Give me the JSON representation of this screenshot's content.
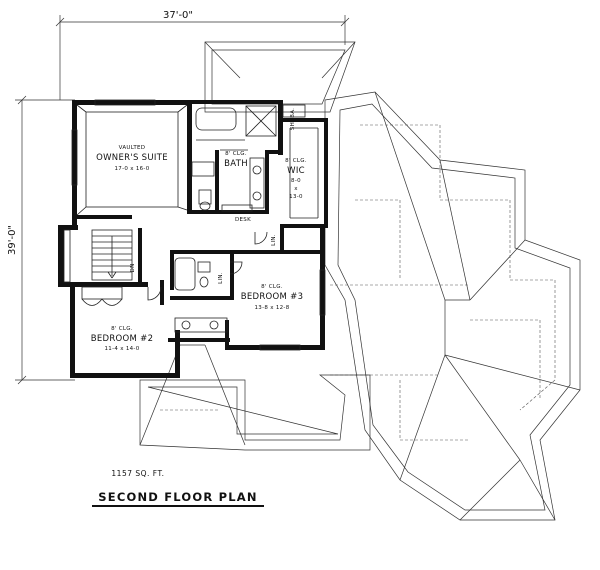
{
  "dimensions": {
    "width_label": "37'-0\"",
    "depth_label": "39'-0\""
  },
  "rooms": {
    "owners_suite": {
      "note": "VAULTED",
      "name": "OWNER'S SUITE",
      "size": "17-0 x 16-0"
    },
    "bath": {
      "note": "8' CLG.",
      "name": "BATH"
    },
    "wic": {
      "note": "8' CLG.",
      "name": "WIC",
      "size_1": "8-0",
      "size_x": "x",
      "size_2": "13-0"
    },
    "bedroom_2": {
      "note": "8' CLG.",
      "name": "BEDROOM #2",
      "size": "11-4 x 14-0"
    },
    "bedroom_3": {
      "note": "8' CLG.",
      "name": "BEDROOM #3",
      "size": "13-8 x 12-8"
    }
  },
  "fixtures": {
    "desk": "DESK",
    "shelf": "SH./BA.",
    "dn": "DN",
    "lin_1": "LIN.",
    "lin_2": "LIN."
  },
  "footer": {
    "area": "1157 SQ. FT.",
    "title": "SECOND FLOOR PLAN"
  }
}
